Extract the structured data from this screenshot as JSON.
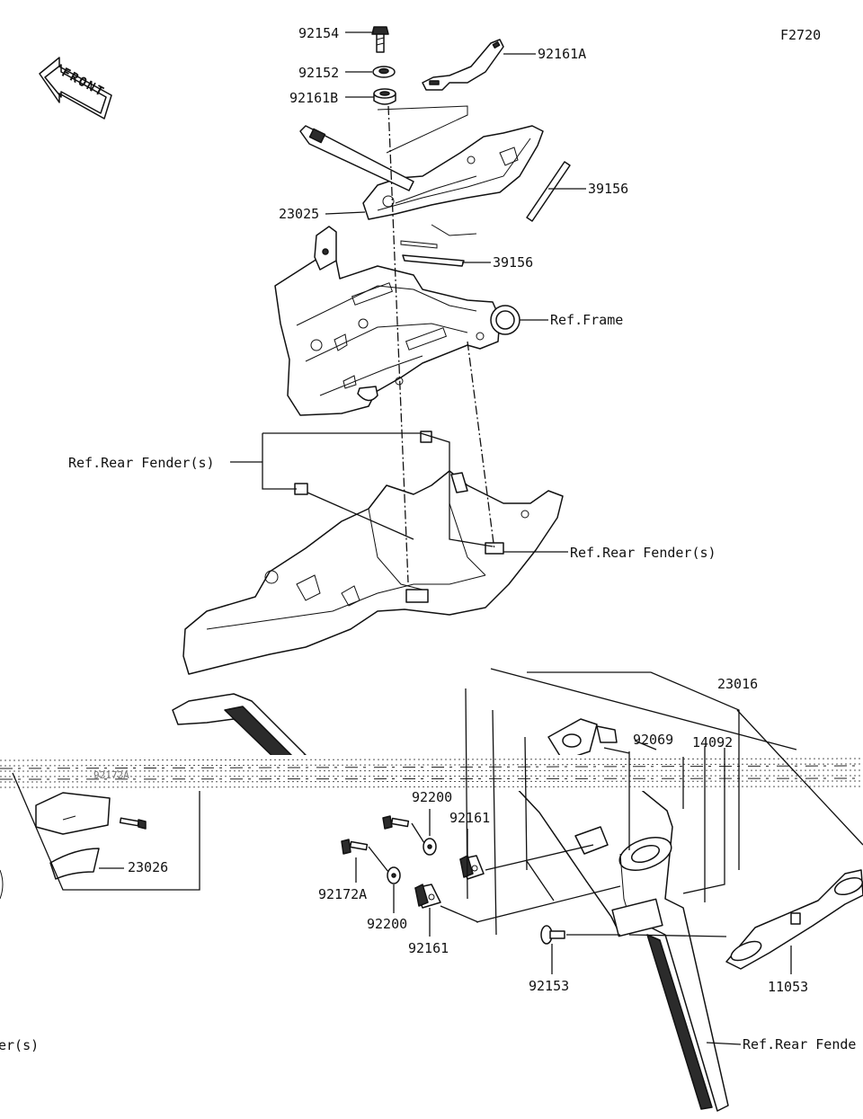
{
  "diagram": {
    "figure_code": "F2720",
    "front_label": "FRONT",
    "parts": [
      {
        "id": "p92154",
        "number": "92154"
      },
      {
        "id": "p92152",
        "number": "92152"
      },
      {
        "id": "p92161B",
        "number": "92161B"
      },
      {
        "id": "p92161A",
        "number": "92161A"
      },
      {
        "id": "p39156a",
        "number": "39156"
      },
      {
        "id": "p23025",
        "number": "23025"
      },
      {
        "id": "p39156b",
        "number": "39156"
      },
      {
        "id": "refFrame",
        "number": "Ref.Frame"
      },
      {
        "id": "refFenderL",
        "number": "Ref.Rear Fender(s)"
      },
      {
        "id": "refFenderR",
        "number": "Ref.Rear Fender(s)"
      },
      {
        "id": "p23016",
        "number": "23016"
      },
      {
        "id": "p92069",
        "number": "92069"
      },
      {
        "id": "p14092",
        "number": "14092"
      },
      {
        "id": "p92200a",
        "number": "92200"
      },
      {
        "id": "p92161a",
        "number": "92161"
      },
      {
        "id": "p92172A",
        "number": "92172A"
      },
      {
        "id": "p92200b",
        "number": "92200"
      },
      {
        "id": "p92161b",
        "number": "92161"
      },
      {
        "id": "p92153",
        "number": "92153"
      },
      {
        "id": "p11053",
        "number": "11053"
      },
      {
        "id": "p23026",
        "number": "23026"
      },
      {
        "id": "p92172A_top",
        "number": "92172A"
      },
      {
        "id": "refFenderBL",
        "number": "er(s)"
      },
      {
        "id": "refFenderBR",
        "number": "Ref.Rear Fende"
      }
    ]
  }
}
